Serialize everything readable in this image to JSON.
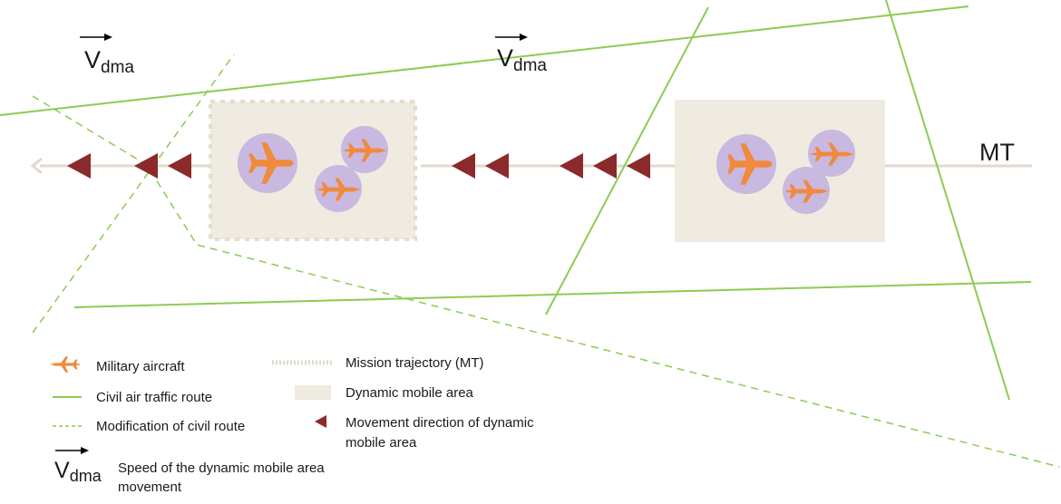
{
  "diagram": {
    "mt_label": "MT",
    "vdma_labels": [
      {
        "main": "V",
        "sub": "dma"
      },
      {
        "main": "V",
        "sub": "dma"
      }
    ],
    "colors": {
      "civil_route": "#8ccc52",
      "modified_route": "#8ccc52",
      "trajectory": "#e6ddd0",
      "dma_fill": "#efebe0",
      "direction_arrow": "#8b2a2a",
      "aircraft": "#f08a3c",
      "aircraft_circle": "#c9b8e0"
    },
    "icons": {
      "aircraft": "fighter-jet-icon",
      "transport": "airplane-icon",
      "direction": "triangle-left-icon",
      "vector": "arrow-right-icon"
    }
  },
  "legend": {
    "military_aircraft": "Military aircraft",
    "civil_route": "Civil air traffic route",
    "modified_route": "Modification of civil route",
    "vdma_symbol_main": "V",
    "vdma_symbol_sub": "dma",
    "vdma_desc_line1": "Speed of the dynamic mobile area",
    "vdma_desc_line2": "movement",
    "mission_trajectory": "Mission trajectory (MT)",
    "dynamic_area": "Dynamic mobile area",
    "movement_direction_line1": "Movement direction of dynamic",
    "movement_direction_line2": "mobile area"
  }
}
